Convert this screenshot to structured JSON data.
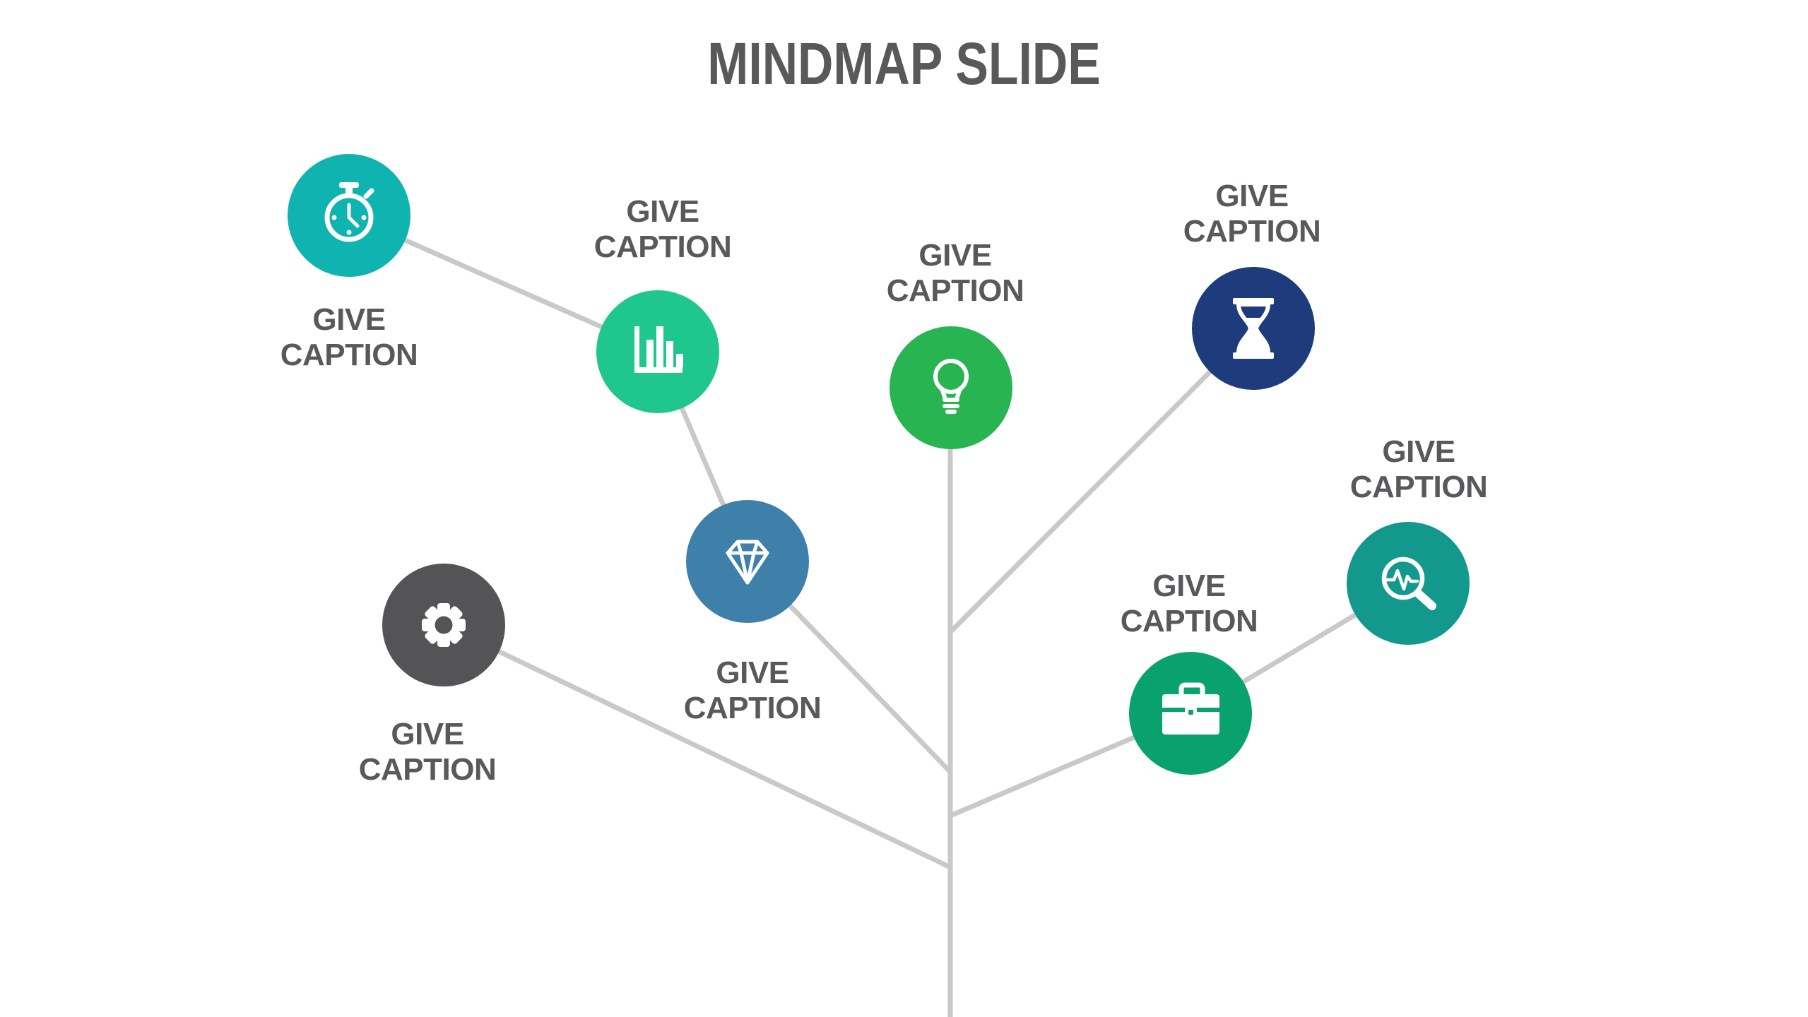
{
  "slide": {
    "title": "MINDMAP SLIDE",
    "title_color": "#595959",
    "background_color": "#ffffff",
    "connector_color": "#c9c9c9",
    "caption_color": "#58595b"
  },
  "nodes": [
    {
      "id": "stopwatch",
      "icon": "stopwatch-icon",
      "color": "#0fb3af",
      "caption_line1": "GIVE",
      "caption_line2": "CAPTION",
      "caption_position": "below"
    },
    {
      "id": "bar-chart",
      "icon": "bar-chart-icon",
      "color": "#1fc68e",
      "caption_line1": "GIVE",
      "caption_line2": "CAPTION",
      "caption_position": "above"
    },
    {
      "id": "lightbulb",
      "icon": "lightbulb-icon",
      "color": "#28b450",
      "caption_line1": "GIVE",
      "caption_line2": "CAPTION",
      "caption_position": "above"
    },
    {
      "id": "hourglass",
      "icon": "hourglass-icon",
      "color": "#1e3b7c",
      "caption_line1": "GIVE",
      "caption_line2": "CAPTION",
      "caption_position": "above"
    },
    {
      "id": "diamond",
      "icon": "diamond-icon",
      "color": "#3e80a9",
      "caption_line1": "GIVE",
      "caption_line2": "CAPTION",
      "caption_position": "below"
    },
    {
      "id": "magnifier",
      "icon": "magnifier-search-icon",
      "color": "#12988c",
      "caption_line1": "GIVE",
      "caption_line2": "CAPTION",
      "caption_position": "above"
    },
    {
      "id": "gear",
      "icon": "gear-icon",
      "color": "#545456",
      "caption_line1": "GIVE",
      "caption_line2": "CAPTION",
      "caption_position": "below"
    },
    {
      "id": "briefcase",
      "icon": "briefcase-icon",
      "color": "#09a16d",
      "caption_line1": "GIVE",
      "caption_line2": "CAPTION",
      "caption_position": "above"
    }
  ]
}
